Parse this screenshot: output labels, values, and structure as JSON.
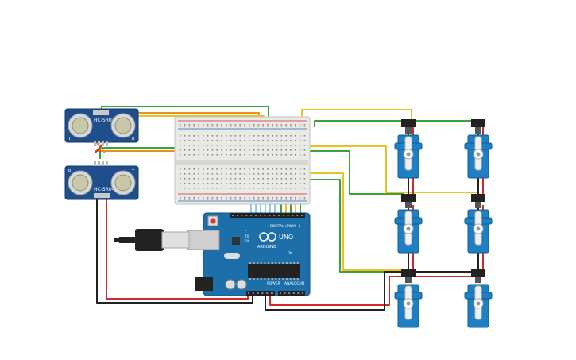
{
  "sensors": {
    "top_label": "HC-SR04",
    "bottom_label": "HC-SR04",
    "pin_t": "T",
    "pin_r": "R"
  },
  "arduino": {
    "logo_text": "ARDUINO",
    "model": "UNO",
    "digital_label": "DIGITAL (PWM~)",
    "power_label": "POWER",
    "analog_label": "ANALOG IN",
    "on_label": "ON",
    "tx_label": "TX",
    "rx_label": "RX",
    "l_label": "L"
  },
  "colors": {
    "sensor_board": "#1f4e8c",
    "arduino_board": "#1c6fa8",
    "breadboard": "#e9e9e6",
    "servo_body": "#1e7fc4",
    "wire_green": "#3aa33a",
    "wire_orange": "#e8921e",
    "wire_yellow": "#e9c322",
    "wire_red": "#d12a2a",
    "wire_black": "#222222",
    "wire_lightblue": "#7fc6e6"
  }
}
